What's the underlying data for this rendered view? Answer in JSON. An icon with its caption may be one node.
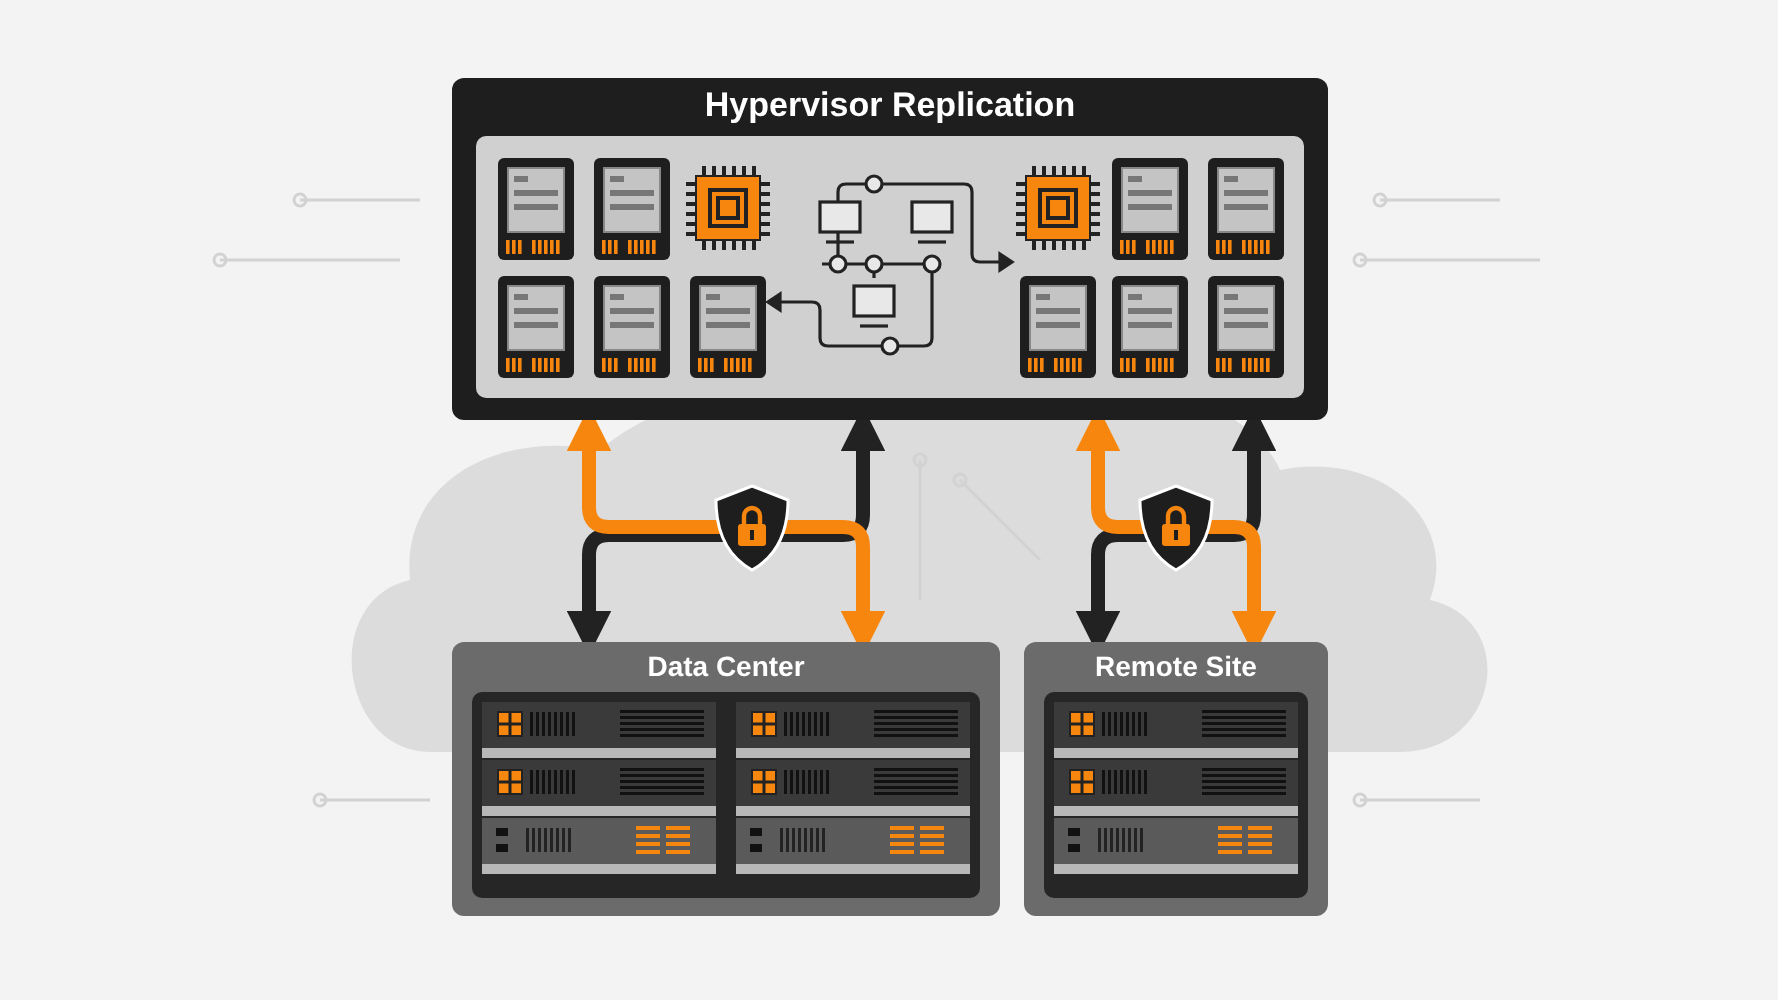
{
  "diagram": {
    "nodes": [
      {
        "text": [
          "Hypervisor Replication"
        ]
      },
      {
        "text": [
          "Data Center"
        ]
      },
      {
        "text": [
          "Remote Site"
        ]
      }
    ],
    "edges": [
      {
        "from": 0,
        "to": 1,
        "arrow": "both",
        "color": "#222222"
      },
      {
        "from": 0,
        "to": 1,
        "arrow": "both",
        "color": "#f7860f"
      },
      {
        "from": 0,
        "to": 2,
        "arrow": "both",
        "color": "#222222"
      },
      {
        "from": 0,
        "to": 2,
        "arrow": "both",
        "color": "#f7860f"
      }
    ]
  }
}
